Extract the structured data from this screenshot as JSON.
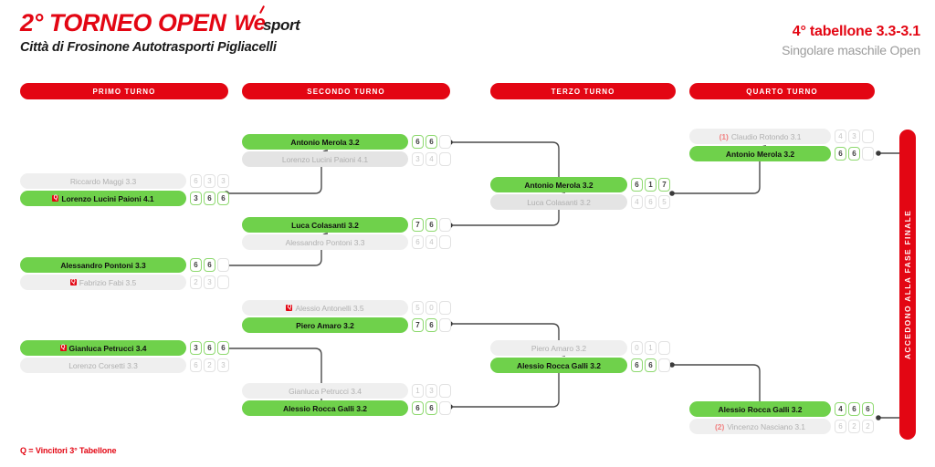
{
  "header": {
    "title": "2° TORNEO OPEN",
    "logo_w": "We",
    "logo_sport": "sport",
    "subtitle": "Città di Frosinone Autotrasporti Pigliacelli",
    "bracket_label": "4° tabellone 3.3-3.1",
    "category": "Singolare maschile Open"
  },
  "rounds": [
    {
      "label": "PRIMO TURNO"
    },
    {
      "label": "SECONDO TURNO"
    },
    {
      "label": "TERZO TURNO"
    },
    {
      "label": "QUARTO TURNO"
    }
  ],
  "final_bar": {
    "label": "ACCEDONO ALLA FASE FINALE"
  },
  "legend": {
    "text": "Q = Vincitori 3° Tabellone"
  },
  "colors": {
    "brand_red": "#e30613",
    "winner_green": "#6fd14b",
    "loser_gray": "#e4e4e4",
    "connector": "#4a4a4a"
  },
  "matches": {
    "r1m1": {
      "top": {
        "name": "Riccardo Maggi 3.3",
        "winner": false,
        "q": false,
        "seed": "",
        "scores": [
          "6",
          "3",
          "3"
        ]
      },
      "bottom": {
        "name": "Lorenzo Lucini Paioni 4.1",
        "winner": true,
        "q": true,
        "seed": "",
        "scores": [
          "3",
          "6",
          "6"
        ]
      }
    },
    "r1m2": {
      "top": {
        "name": "Alessandro Pontoni 3.3",
        "winner": true,
        "q": false,
        "seed": "",
        "scores": [
          "6",
          "6",
          ""
        ]
      },
      "bottom": {
        "name": "Fabrizio Fabi 3.5",
        "winner": false,
        "q": true,
        "seed": "",
        "scores": [
          "2",
          "3",
          ""
        ]
      }
    },
    "r1m3": {
      "top": {
        "name": "Gianluca Petrucci 3.4",
        "winner": true,
        "q": true,
        "seed": "",
        "scores": [
          "3",
          "6",
          "6"
        ]
      },
      "bottom": {
        "name": "Lorenzo Corsetti 3.3",
        "winner": false,
        "q": false,
        "seed": "",
        "scores": [
          "6",
          "2",
          "3"
        ]
      }
    },
    "r2m1": {
      "top": {
        "name": "Antonio Merola 3.2",
        "winner": true,
        "q": false,
        "seed": "",
        "scores": [
          "6",
          "6",
          ""
        ]
      },
      "bottom": {
        "name": "Lorenzo Lucini Paioni 4.1",
        "winner": false,
        "q": false,
        "seed": "",
        "scores": [
          "3",
          "4",
          ""
        ]
      }
    },
    "r2m2": {
      "top": {
        "name": "Luca Colasanti 3.2",
        "winner": true,
        "q": false,
        "seed": "",
        "scores": [
          "7",
          "6",
          ""
        ]
      },
      "bottom": {
        "name": "Alessandro Pontoni 3.3",
        "winner": false,
        "q": false,
        "seed": "",
        "scores": [
          "6",
          "4",
          ""
        ]
      }
    },
    "r2m3": {
      "top": {
        "name": "Alessio Antonelli 3.5",
        "winner": false,
        "q": true,
        "seed": "",
        "scores": [
          "5",
          "0",
          ""
        ]
      },
      "bottom": {
        "name": "Piero Amaro 3.2",
        "winner": true,
        "q": false,
        "seed": "",
        "scores": [
          "7",
          "6",
          ""
        ]
      }
    },
    "r2m4": {
      "top": {
        "name": "Gianluca Petrucci 3.4",
        "winner": false,
        "q": false,
        "seed": "",
        "scores": [
          "1",
          "3",
          ""
        ]
      },
      "bottom": {
        "name": "Alessio Rocca Galli 3.2",
        "winner": true,
        "q": false,
        "seed": "",
        "scores": [
          "6",
          "6",
          ""
        ]
      }
    },
    "r3m1": {
      "top": {
        "name": "Antonio Merola 3.2",
        "winner": true,
        "q": false,
        "seed": "",
        "scores": [
          "6",
          "1",
          "7"
        ]
      },
      "bottom": {
        "name": "Luca Colasanti 3.2",
        "winner": false,
        "q": false,
        "seed": "",
        "scores": [
          "4",
          "6",
          "5"
        ]
      }
    },
    "r3m2": {
      "top": {
        "name": "Piero Amaro 3.2",
        "winner": false,
        "q": false,
        "seed": "",
        "scores": [
          "0",
          "1",
          ""
        ]
      },
      "bottom": {
        "name": "Alessio Rocca Galli 3.2",
        "winner": true,
        "q": false,
        "seed": "",
        "scores": [
          "6",
          "6",
          ""
        ]
      }
    },
    "r4m1": {
      "top": {
        "name": "Claudio Rotondo 3.1",
        "winner": false,
        "q": false,
        "seed": "(1)",
        "scores": [
          "4",
          "3",
          ""
        ]
      },
      "bottom": {
        "name": "Antonio Merola 3.2",
        "winner": true,
        "q": false,
        "seed": "",
        "scores": [
          "6",
          "6",
          ""
        ]
      }
    },
    "r4m2": {
      "top": {
        "name": "Alessio Rocca Galli 3.2",
        "winner": true,
        "q": false,
        "seed": "",
        "scores": [
          "4",
          "6",
          "6"
        ]
      },
      "bottom": {
        "name": "Vincenzo Nasciano 3.1",
        "winner": false,
        "q": false,
        "seed": "(2)",
        "scores": [
          "6",
          "2",
          "2"
        ]
      }
    }
  }
}
